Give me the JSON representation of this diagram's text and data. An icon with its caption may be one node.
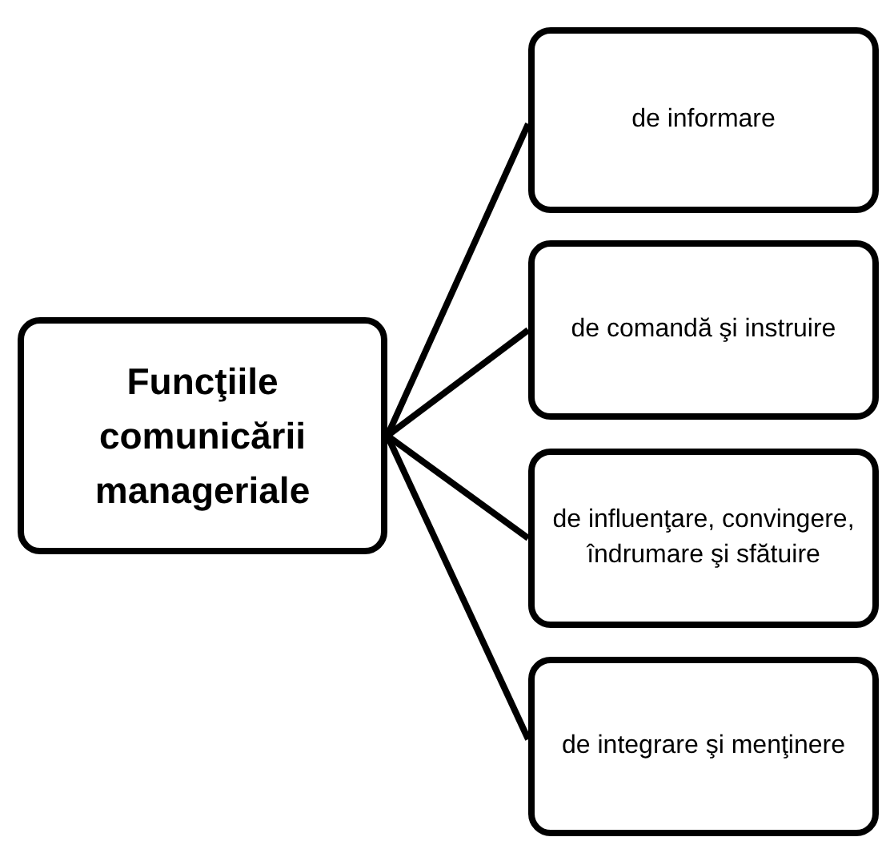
{
  "diagram": {
    "nodes": [
      {
        "text": [
          "Funcţiile comunicării manageriale"
        ]
      },
      {
        "text": [
          "de informare"
        ]
      },
      {
        "text": [
          "de comandă şi instruire"
        ]
      },
      {
        "text": [
          "de influenţare, convingere, îndrumare şi sfătuire"
        ]
      },
      {
        "text": [
          "de integrare şi menţinere"
        ]
      }
    ],
    "edges": [
      {
        "from": 0,
        "to": 1,
        "arrow": "none"
      },
      {
        "from": 0,
        "to": 2,
        "arrow": "none"
      },
      {
        "from": 0,
        "to": 3,
        "arrow": "none"
      },
      {
        "from": 0,
        "to": 4,
        "arrow": "none"
      }
    ]
  }
}
